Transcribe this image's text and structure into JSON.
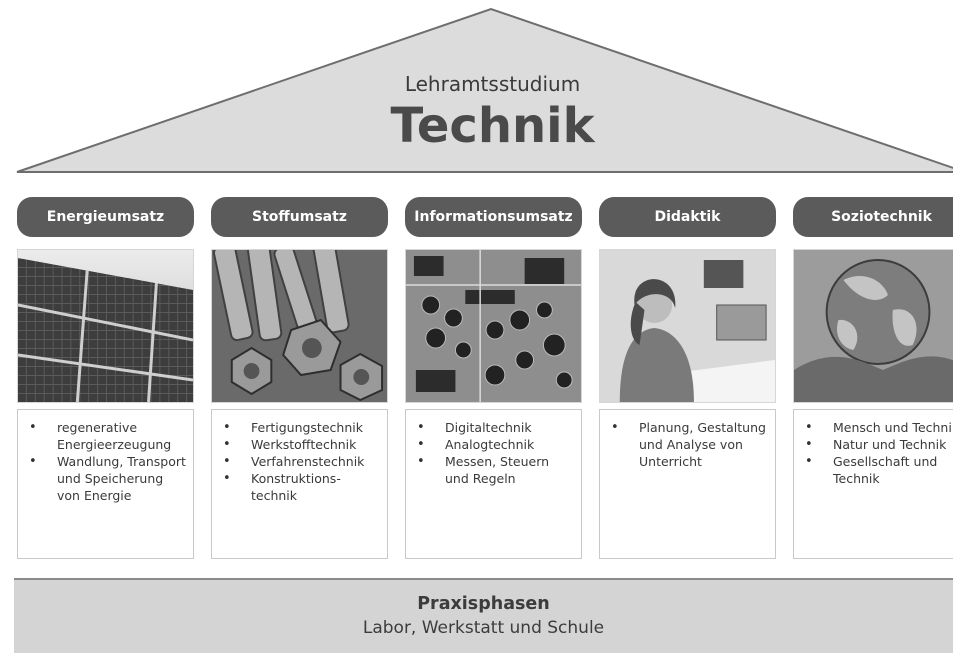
{
  "roof": {
    "subtitle": "Lehramtsstudium",
    "title": "Technik"
  },
  "pillars": [
    {
      "header": "Energieumsatz",
      "image_icon": "solar-panel-photo",
      "items": [
        "regenerative Energieerzeugung",
        "Wandlung, Transport und Speicherung von Energie"
      ]
    },
    {
      "header": "Stoffumsatz",
      "image_icon": "bolts-and-nuts-photo",
      "items": [
        "Fertigungstechnik",
        "Werkstofftechnik",
        "Verfahrenstechnik",
        "Konstruktions-technik"
      ]
    },
    {
      "header": "Informationsumsatz",
      "image_icon": "circuit-board-photo",
      "items": [
        "Digitaltechnik",
        "Analogtechnik",
        "Messen, Steuern und Regeln"
      ]
    },
    {
      "header": "Didaktik",
      "image_icon": "teacher-at-desk-photo",
      "items": [
        "Planung, Gestaltung und Analyse von Unterricht"
      ]
    },
    {
      "header": "Soziotechnik",
      "image_icon": "globe-in-hands-photo",
      "items": [
        "Mensch und Technik",
        "Natur und Technik",
        "Gesellschaft und Technik"
      ]
    }
  ],
  "foundation": {
    "title": "Praxisphasen",
    "subtitle": "Labor, Werkstatt und Schule"
  },
  "colors": {
    "roof_fill": "#dcdcdc",
    "header_fill": "#5b5b5b",
    "foundation_fill": "#d4d4d4"
  }
}
